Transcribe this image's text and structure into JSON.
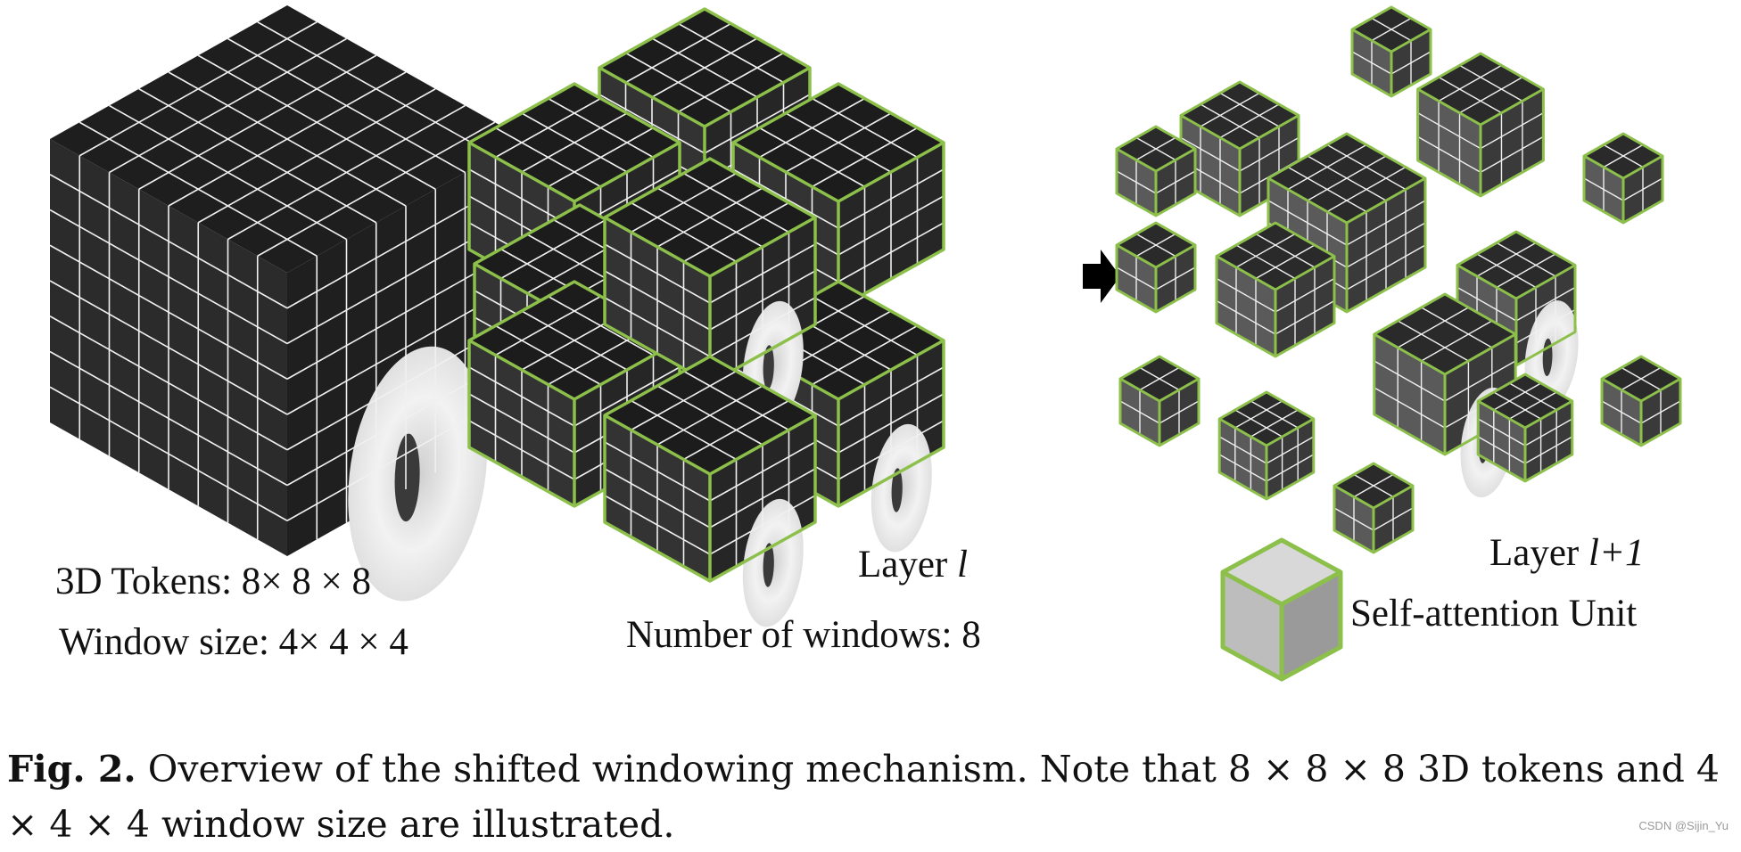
{
  "panels": {
    "left": {
      "tokens_label": "3D Tokens: 8× 8 × 8",
      "window_label": "Window size: 4× 4 × 4"
    },
    "middle": {
      "layer_prefix": "Layer ",
      "layer_var": "l",
      "windows_label": "Number of windows: 8"
    },
    "right": {
      "layer_prefix": "Layer ",
      "layer_var": "l+1",
      "legend_label": "Self-attention Unit"
    }
  },
  "caption": {
    "fig_label": "Fig. 2.",
    "text": " Overview of the shifted windowing mechanism. Note that 8 × 8 × 8 3D tokens and 4 × 4 × 4 window size are illustrated."
  },
  "watermark": "CSDN @Sijin_Yu",
  "colors": {
    "window_border": "#8cc04b",
    "grid_line": "#f0f0f0",
    "cube_top": "#1a1a1a",
    "cube_left": "#3a3a3a",
    "cube_right": "#2a2a2a",
    "arrow": "#000000"
  }
}
